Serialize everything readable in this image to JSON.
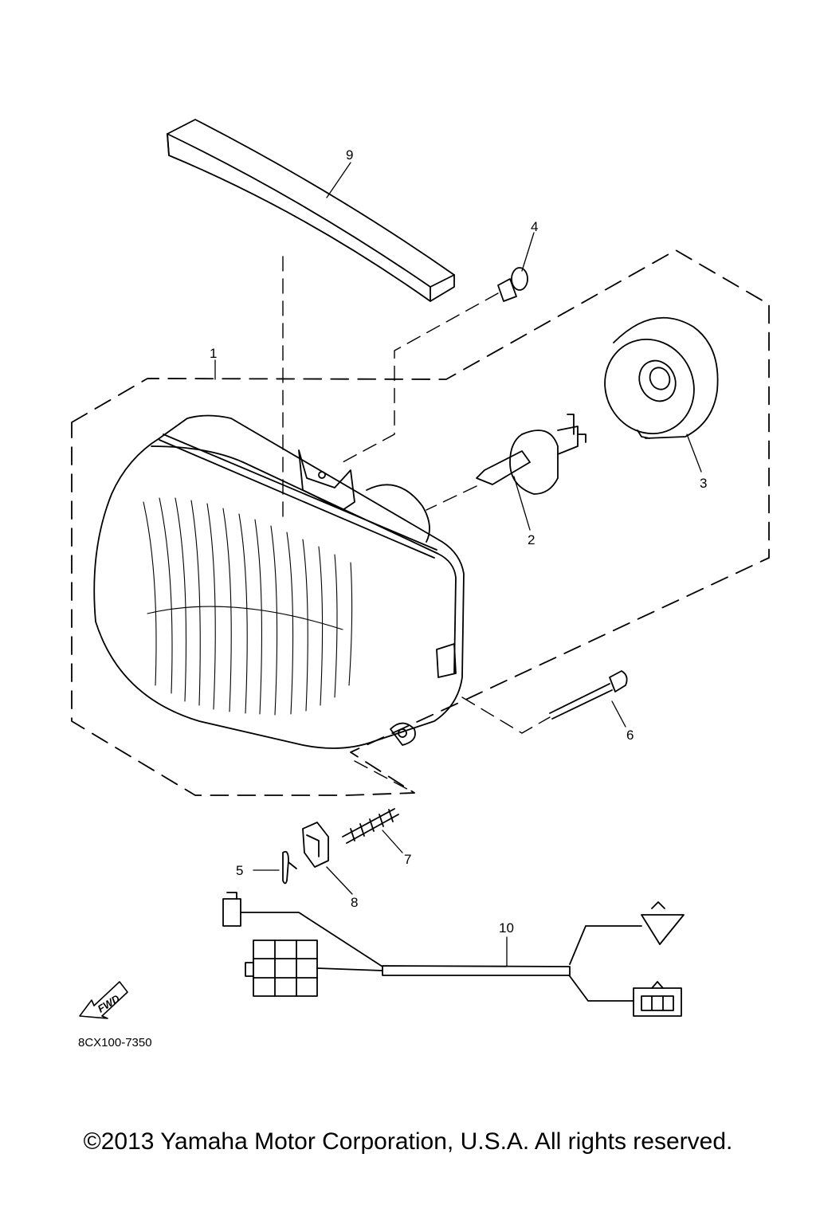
{
  "diagram": {
    "diagram_code": "8CX100-7350",
    "fwd_label": "FWD",
    "parts": [
      {
        "callout": "1"
      },
      {
        "callout": "2"
      },
      {
        "callout": "3"
      },
      {
        "callout": "4"
      },
      {
        "callout": "5"
      },
      {
        "callout": "6"
      },
      {
        "callout": "7"
      },
      {
        "callout": "8"
      },
      {
        "callout": "9"
      },
      {
        "callout": "10"
      }
    ]
  },
  "footer": {
    "copyright": "©2013 Yamaha Motor Corporation, U.S.A. All rights reserved."
  }
}
